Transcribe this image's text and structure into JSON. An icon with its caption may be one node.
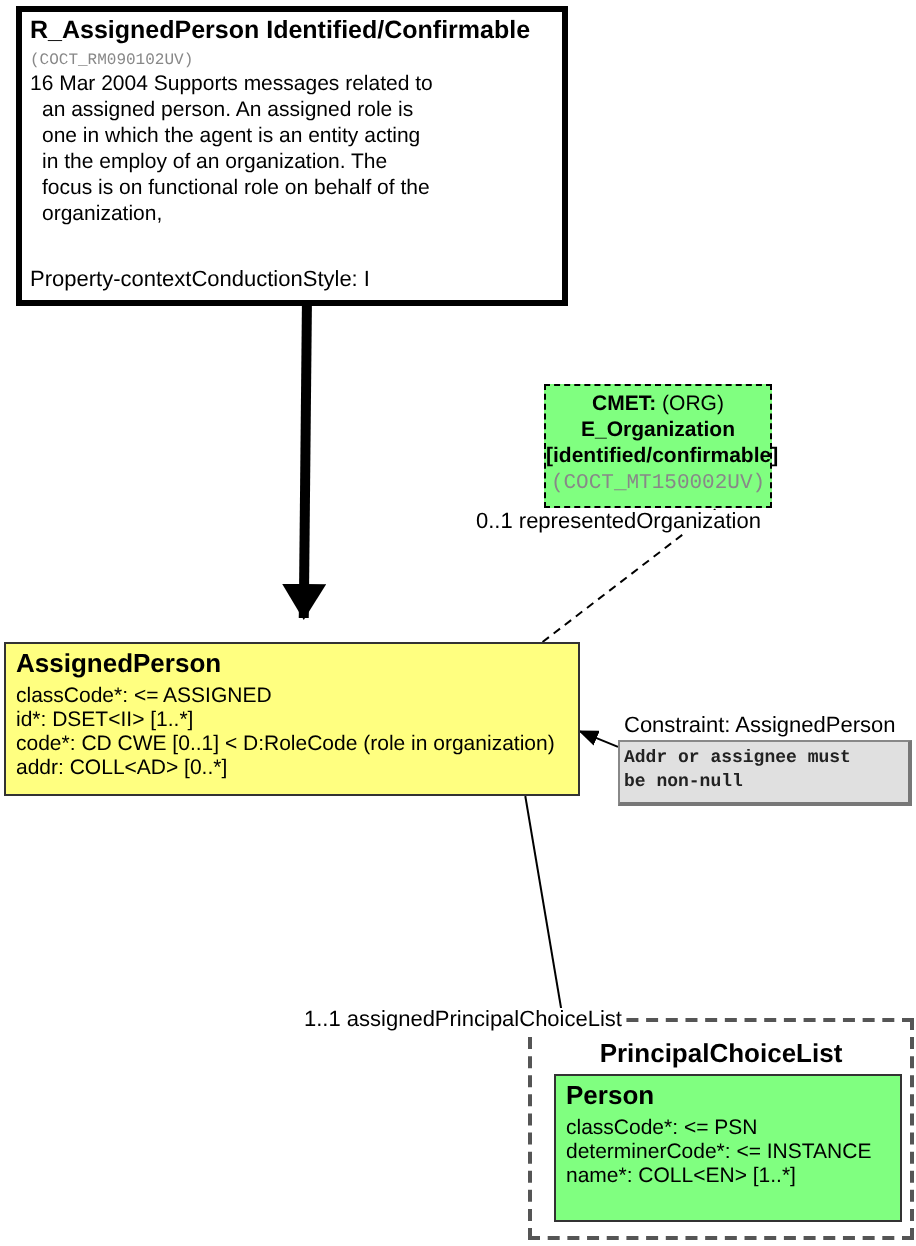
{
  "diagram": {
    "nodes": [
      {
        "text": [
          "R_AssignedPerson Identified/Confirmable",
          "(COCT_RM090102UV)",
          "16 Mar 2004 Supports messages related to an assigned person. An assigned role is one in which the agent is an entity acting in the employ of an organization. The focus is on functional role on behalf of the organization,",
          "Property-contextConductionStyle: I"
        ]
      },
      {
        "text": [
          "**CMET:** (ORG)",
          "E_Organization [identified/confirmable]",
          "(COCT_MT150002UV)"
        ]
      },
      {
        "text": [
          "AssignedPerson",
          "classCode*: <= ASSIGNED",
          "id*: DSET<II> [1..*]",
          "code*: CD CWE [0..1] < D:RoleCode (role in organization)",
          "addr: COLL<AD> [0..*]"
        ]
      },
      {
        "text": [
          "Constraint: AssignedPerson",
          "Addr or assignee must be non-null"
        ]
      },
      {
        "text": [
          "PrincipalChoiceList"
        ]
      },
      {
        "text": [
          "Person",
          "classCode*: <= PSN",
          "determinerCode*: <= INSTANCE",
          "name*: COLL<EN> [1..*]"
        ],
        "in": 4
      }
    ],
    "edges": [
      {
        "from": 0,
        "to": 2,
        "arrow": "to",
        "style": "thick"
      },
      {
        "from": 2,
        "to": 1,
        "arrow": "none",
        "style": "dashed",
        "label": "0..1 representedOrganization"
      },
      {
        "from": 3,
        "to": 2,
        "arrow": "to"
      },
      {
        "from": 2,
        "to": 4,
        "arrow": "none",
        "label": "1..1 assignedPrincipalChoiceList"
      }
    ]
  }
}
